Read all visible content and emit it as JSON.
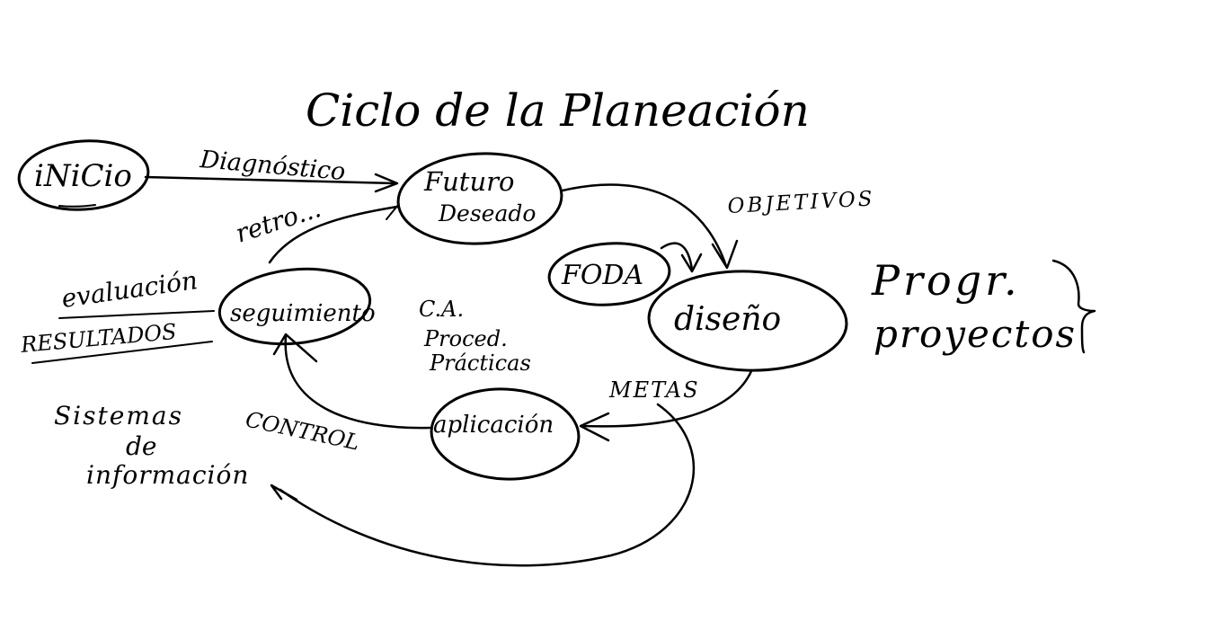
{
  "title": "Ciclo de la Planeación",
  "nodes": {
    "inicio": "iNiCio",
    "futuro_line1": "Futuro",
    "futuro_line2": "Deseado",
    "foda": "FODA",
    "diseno": "diseño",
    "seguimiento": "seguimiento",
    "aplicacion": "aplicación"
  },
  "labels": {
    "diagnostico": "Diagnóstico",
    "retro": "retro...",
    "objetivos": "OBJETIVOS",
    "evaluacion": "evaluación",
    "resultados": "RESULTADOS",
    "ca_line1": "C.A.",
    "ca_line2": "Proced.",
    "ca_line3": "Prácticas",
    "metas": "METAS",
    "sistemas": "Sistemas",
    "de": "de",
    "informacion": "información",
    "control": "CONTROL",
    "progr": "Progr.",
    "proyectos": "proyectos"
  },
  "colors": {
    "ink": "#000000",
    "background": "#ffffff"
  }
}
